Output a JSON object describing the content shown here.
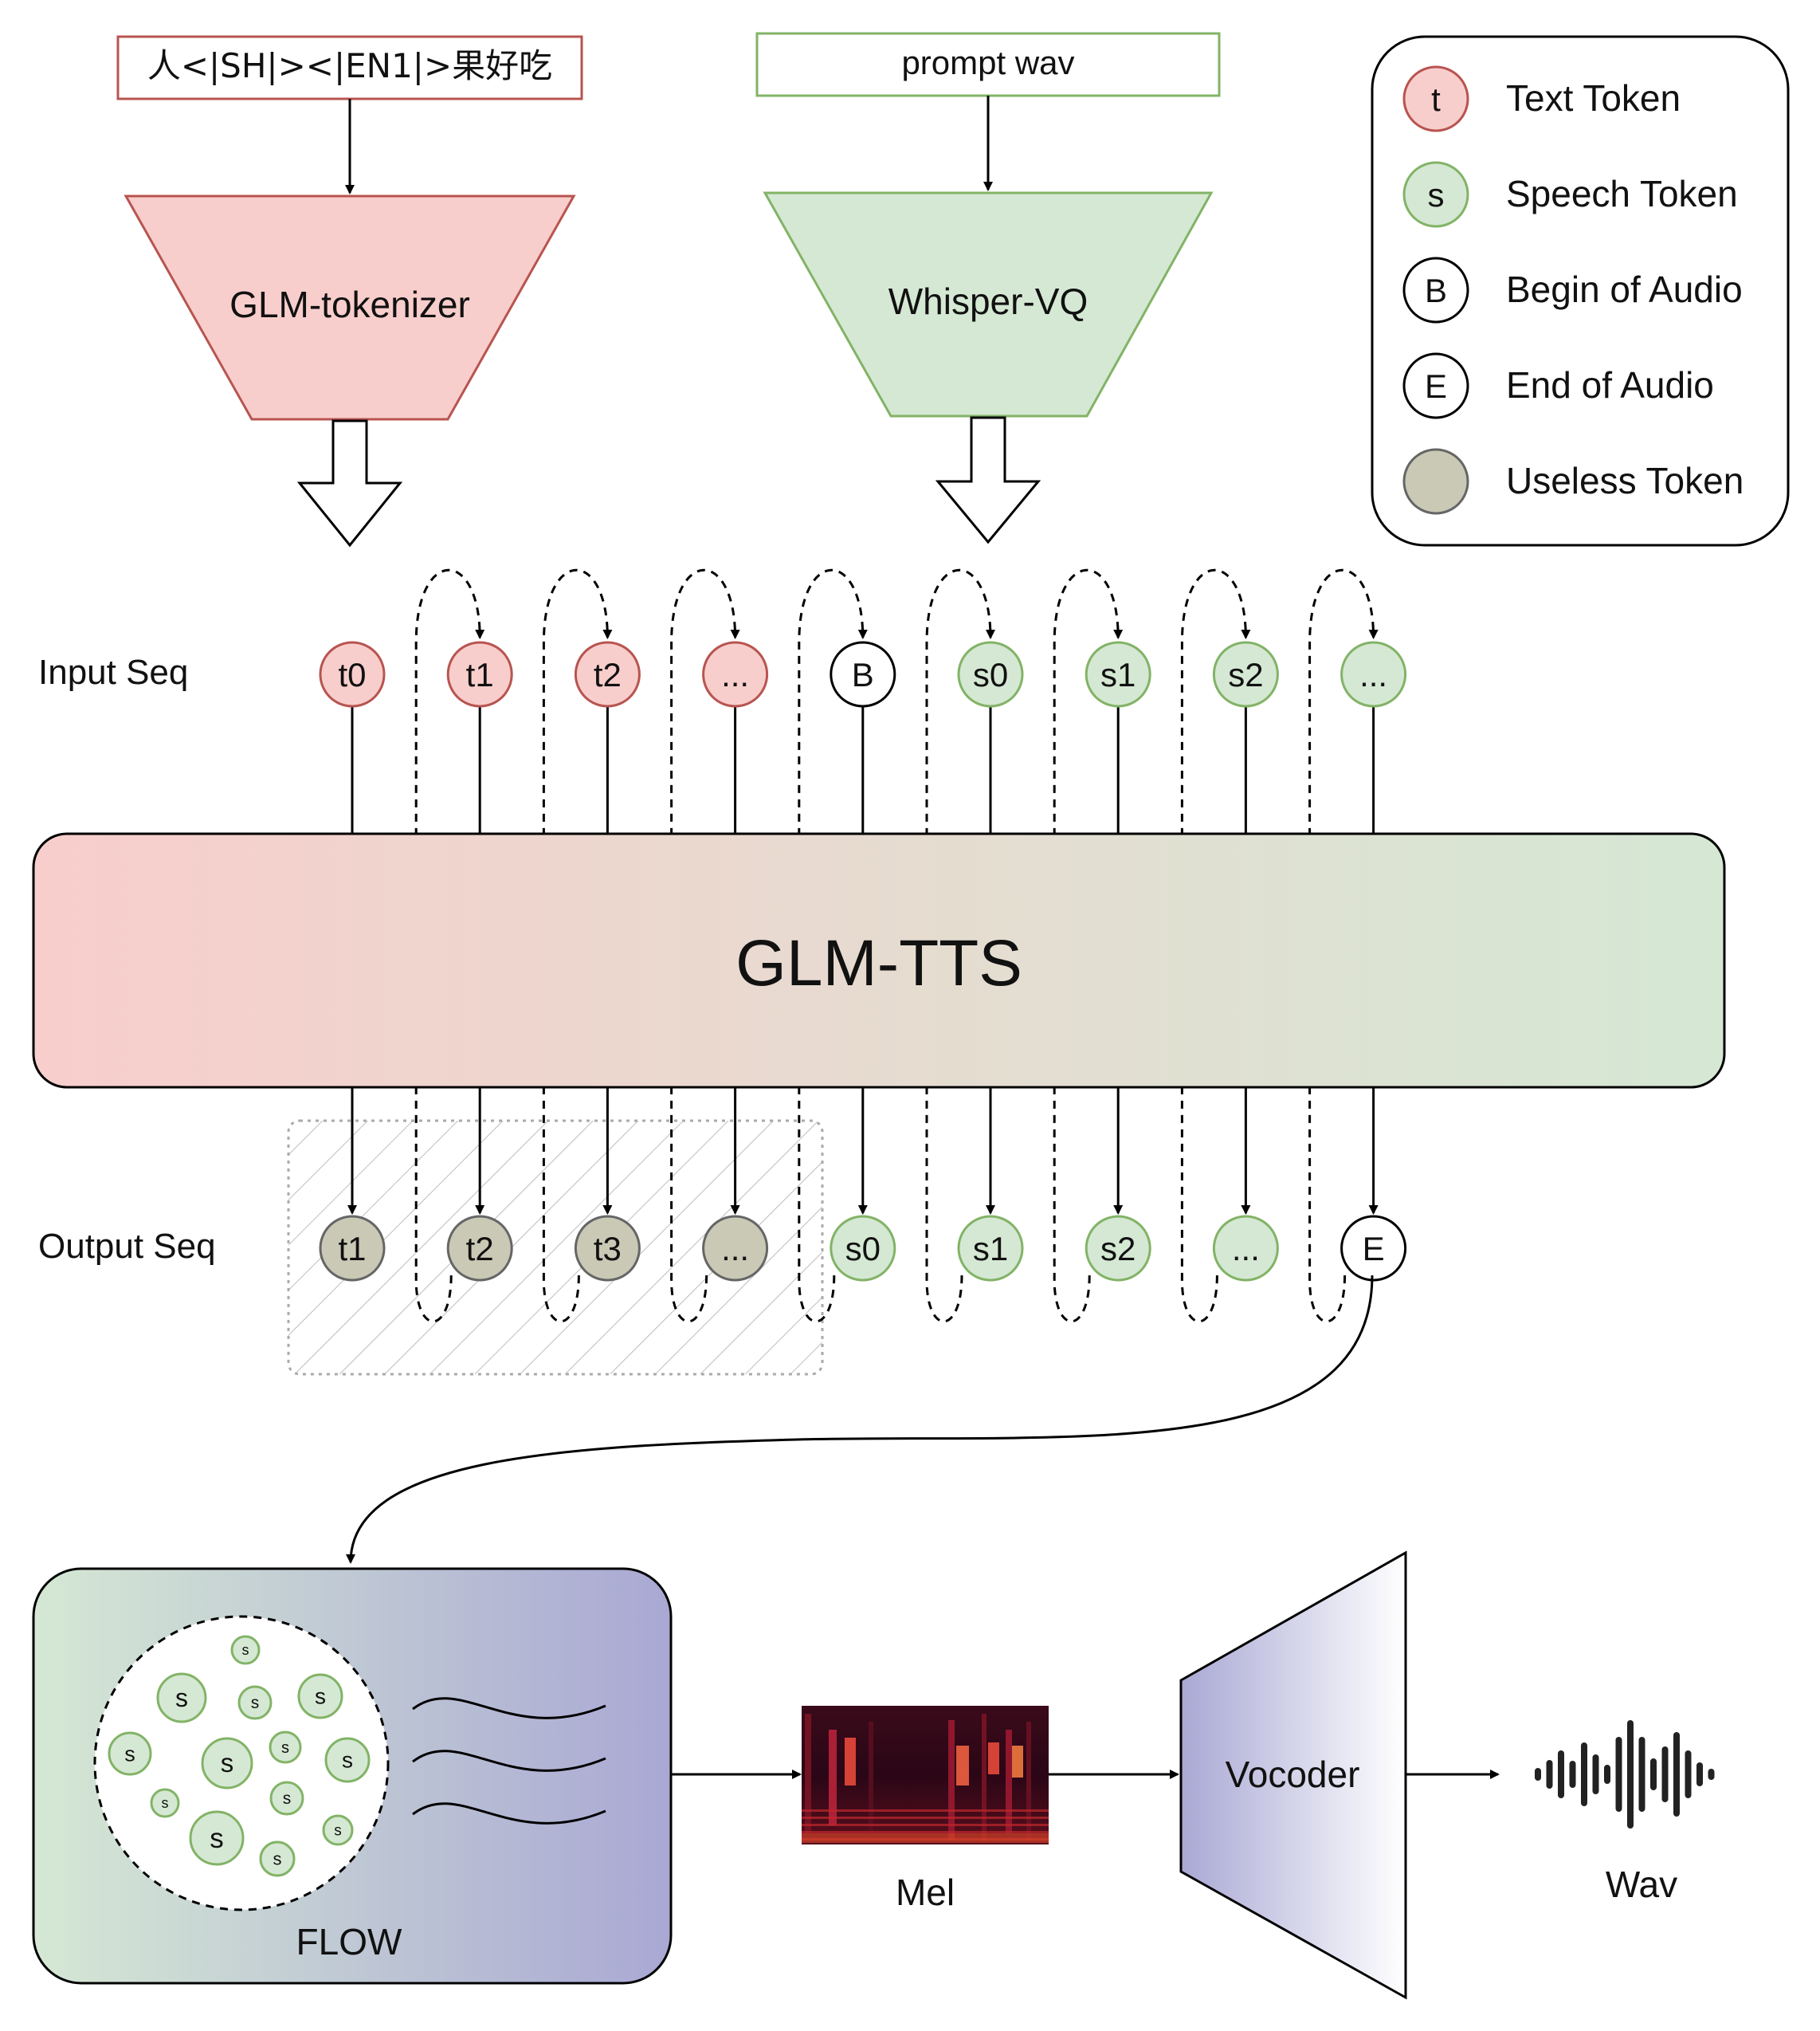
{
  "colors": {
    "text_token_fill": "#f8cecc",
    "text_token_stroke": "#b85450",
    "speech_token_fill": "#d5e8d4",
    "speech_token_stroke": "#82b366",
    "useless_token_fill": "#c9c9b6",
    "useless_token_stroke": "#666666",
    "flow_gradient_end": "#a9a8d4"
  },
  "inputs": {
    "text_prompt": "人<|SH|><|EN1|>果好吃",
    "audio_prompt": "prompt wav"
  },
  "encoders": {
    "text": "GLM-tokenizer",
    "audio": "Whisper-VQ"
  },
  "legend": [
    {
      "symbol": "t",
      "label": "Text Token",
      "kind": "text"
    },
    {
      "symbol": "s",
      "label": "Speech Token",
      "kind": "speech"
    },
    {
      "symbol": "B",
      "label": "Begin of Audio",
      "kind": "boundary"
    },
    {
      "symbol": "E",
      "label": "End of Audio",
      "kind": "boundary"
    },
    {
      "symbol": "",
      "label": "Useless Token",
      "kind": "useless"
    }
  ],
  "input_seq": {
    "label": "Input Seq",
    "tokens": [
      {
        "text": "t0",
        "kind": "text"
      },
      {
        "text": "t1",
        "kind": "text"
      },
      {
        "text": "t2",
        "kind": "text"
      },
      {
        "text": "...",
        "kind": "text"
      },
      {
        "text": "B",
        "kind": "boundary"
      },
      {
        "text": "s0",
        "kind": "speech"
      },
      {
        "text": "s1",
        "kind": "speech"
      },
      {
        "text": "s2",
        "kind": "speech"
      },
      {
        "text": "...",
        "kind": "speech"
      }
    ]
  },
  "model": {
    "name": "GLM-TTS"
  },
  "output_seq": {
    "label": "Output Seq",
    "tokens": [
      {
        "text": "t1",
        "kind": "useless"
      },
      {
        "text": "t2",
        "kind": "useless"
      },
      {
        "text": "t3",
        "kind": "useless"
      },
      {
        "text": "...",
        "kind": "useless"
      },
      {
        "text": "s0",
        "kind": "speech"
      },
      {
        "text": "s1",
        "kind": "speech"
      },
      {
        "text": "s2",
        "kind": "speech"
      },
      {
        "text": "...",
        "kind": "speech"
      },
      {
        "text": "E",
        "kind": "boundary"
      }
    ]
  },
  "pipeline": {
    "flow": "FLOW",
    "flow_token": "s",
    "mel": "Mel",
    "vocoder": "Vocoder",
    "wav": "Wav"
  }
}
